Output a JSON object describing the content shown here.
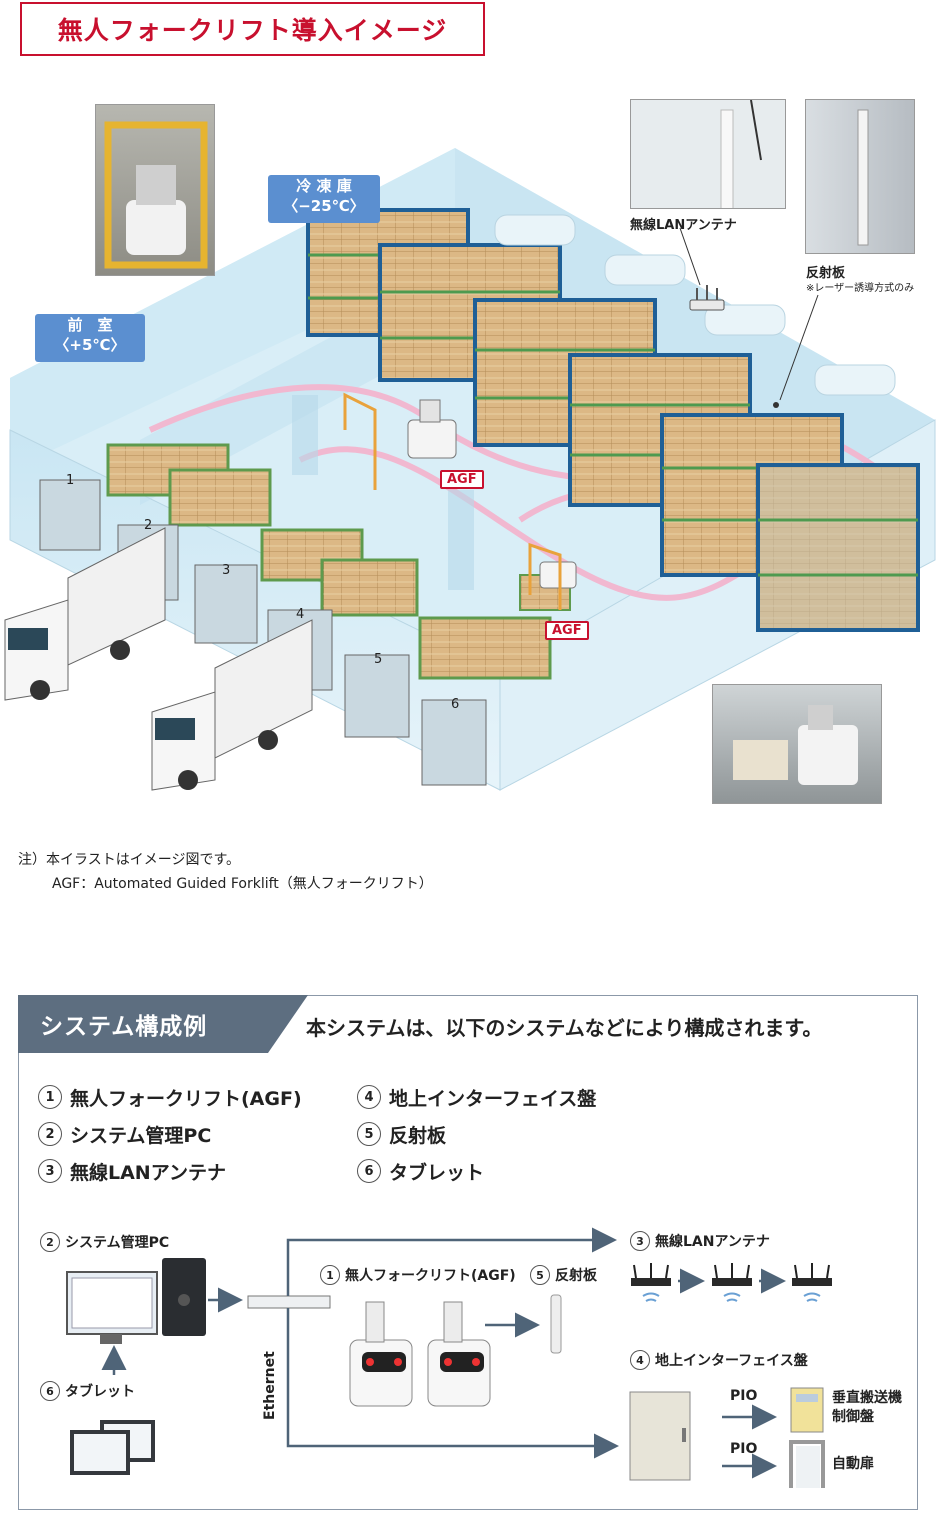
{
  "title": "無人フォークリフト導入イメージ",
  "illustration": {
    "freezer": {
      "name": "冷 凍 庫",
      "temp": "〈−25℃〉"
    },
    "anteroom": {
      "name": "前　室",
      "temp": "〈+5℃〉"
    },
    "agf_tags": [
      "AGF",
      "AGF"
    ],
    "docks": [
      "1",
      "2",
      "3",
      "4",
      "5",
      "6"
    ],
    "antenna_caption": "無線LANアンテナ",
    "reflector_caption": "反射板",
    "reflector_note": "※レーザー誘導方式のみ"
  },
  "notes": {
    "line1": "注）本イラストはイメージ図です。",
    "line2": "AGF：Automated Guided Forklift（無人フォークリフト）"
  },
  "system": {
    "heading": "システム構成例",
    "description": "本システムは、以下のシステムなどにより構成されます。",
    "components": [
      {
        "num": "1",
        "label": "無人フォークリフト(AGF)"
      },
      {
        "num": "2",
        "label": "システム管理PC"
      },
      {
        "num": "3",
        "label": "無線LANアンテナ"
      },
      {
        "num": "4",
        "label": "地上インターフェイス盤"
      },
      {
        "num": "5",
        "label": "反射板"
      },
      {
        "num": "6",
        "label": "タブレット"
      }
    ],
    "diagram": {
      "pc": {
        "num": "2",
        "label": "システム管理PC"
      },
      "tablet": {
        "num": "6",
        "label": "タブレット"
      },
      "ethernet": "Ethernet",
      "agf": {
        "num": "1",
        "label": "無人フォークリフト(AGF)"
      },
      "reflector": {
        "num": "5",
        "label": "反射板"
      },
      "antenna": {
        "num": "3",
        "label": "無線LANアンテナ"
      },
      "interface": {
        "num": "4",
        "label": "地上インターフェイス盤"
      },
      "pio_labels": [
        "PIO",
        "PIO"
      ],
      "vertical_conveyor": [
        "垂直搬送機",
        "制御盤"
      ],
      "auto_door": "自動扉"
    }
  },
  "colors": {
    "accent": "#c8102e",
    "room_tag": "#5b8fd0",
    "header_dark": "#5d6e80",
    "room_light": "#d3ecf5",
    "rack_blue": "#1f5f96",
    "rack_green": "#4e9a4f",
    "box": "#d9b582",
    "arrow": "#4f6478"
  }
}
